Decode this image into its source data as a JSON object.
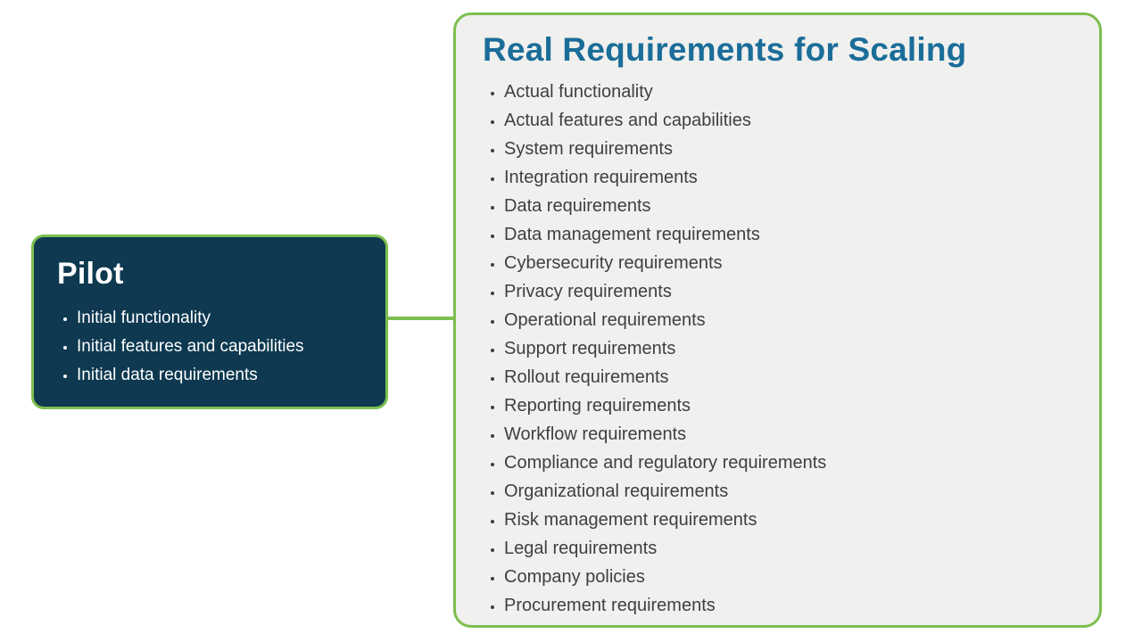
{
  "colors": {
    "green_border": "#7dbf4f",
    "navy_box_bg": "#0e3950",
    "teal_title": "#1b6d99",
    "right_box_bg": "#f0f0ee",
    "body_text": "#3f3f3f",
    "pilot_text": "#ffffff"
  },
  "pilot_box": {
    "title": "Pilot",
    "items": [
      "Initial functionality",
      "Initial features and capabilities",
      "Initial data requirements"
    ]
  },
  "scaling_box": {
    "title": "Real Requirements for Scaling",
    "items": [
      "Actual functionality",
      "Actual features and capabilities",
      "System requirements",
      "Integration requirements",
      "Data requirements",
      "Data management requirements",
      "Cybersecurity requirements",
      "Privacy requirements",
      "Operational requirements",
      "Support requirements",
      "Rollout requirements",
      "Reporting requirements",
      "Workflow requirements",
      "Compliance and regulatory requirements",
      "Organizational requirements",
      "Risk management requirements",
      "Legal requirements",
      "Company policies",
      "Procurement requirements"
    ]
  }
}
